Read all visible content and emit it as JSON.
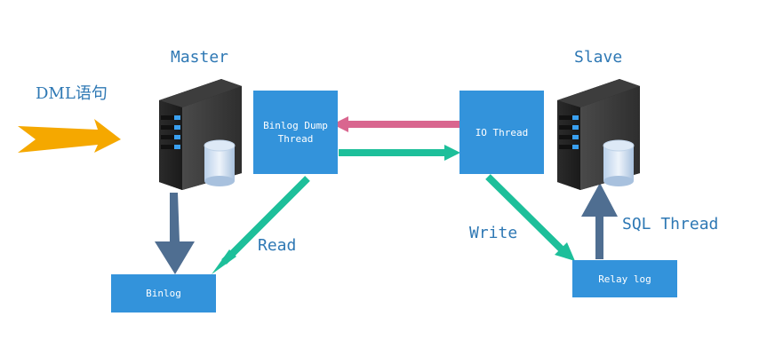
{
  "labels": {
    "master": "Master",
    "slave": "Slave",
    "dml": "DML语句",
    "read": "Read",
    "write": "Write",
    "sql_thread": "SQL Thread"
  },
  "boxes": {
    "binlog_dump": {
      "line1": "Binlog Dump",
      "line2": "Thread"
    },
    "io_thread": "IO Thread",
    "binlog": "Binlog",
    "relay_log": "Relay log"
  },
  "icons": {
    "master_server": "server-database-icon",
    "slave_server": "server-database-icon"
  },
  "colors": {
    "box_fill": "#3393db",
    "label_text": "#2e78b4",
    "pink_arrow": "#d9668f",
    "teal_arrow": "#1dbf9a",
    "dml_arrow": "#f5a800",
    "dark_arrow": "#4f6e91"
  }
}
